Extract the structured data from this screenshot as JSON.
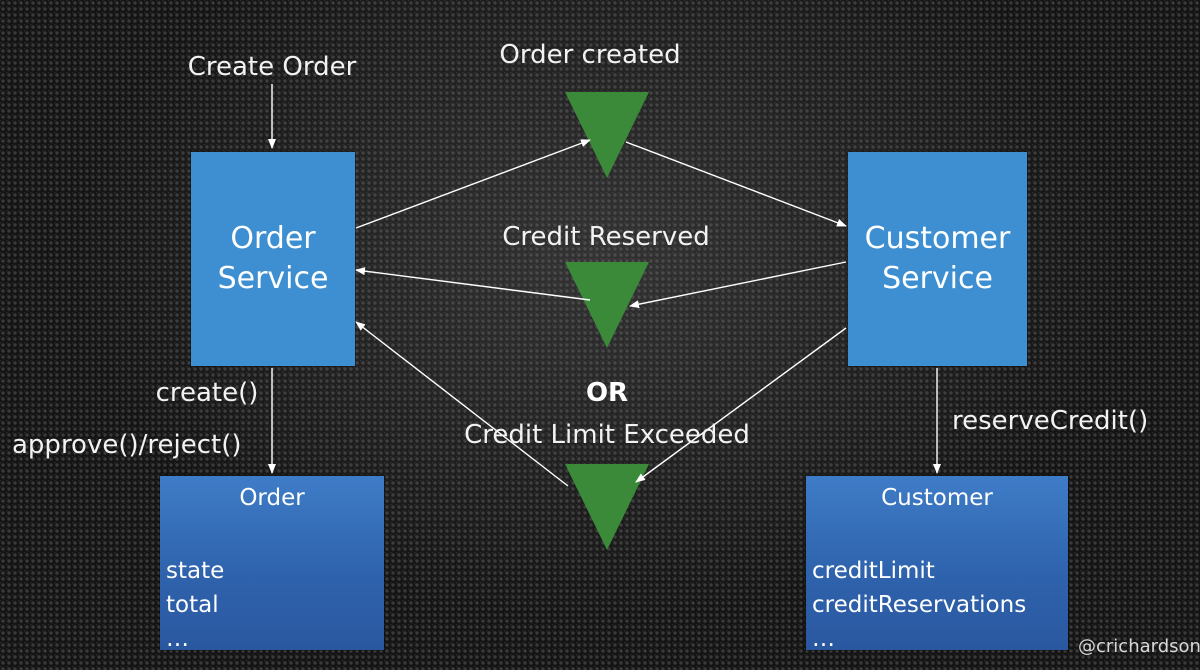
{
  "diagram": {
    "labels": {
      "create_order": "Create Order",
      "order_created": "Order created",
      "credit_reserved": "Credit Reserved",
      "or": "OR",
      "credit_limit_exceeded": "Credit Limit Exceeded",
      "create_method": "create()",
      "approve_reject_method": "approve()/reject()",
      "reserve_credit_method": "reserveCredit()"
    },
    "order_service": {
      "line1": "Order",
      "line2": "Service"
    },
    "customer_service": {
      "line1": "Customer",
      "line2": "Service"
    },
    "order_entity": {
      "title": "Order",
      "fields": [
        "state",
        "total",
        "…"
      ]
    },
    "customer_entity": {
      "title": "Customer",
      "fields": [
        "creditLimit",
        "creditReservations",
        "…"
      ]
    },
    "watermark": "@crichardson",
    "colors": {
      "service_box": "#3d8fd1",
      "entity_box": "#2f63ad",
      "event_triangle": "#3a8a3a",
      "arrow": "#ffffff"
    }
  }
}
